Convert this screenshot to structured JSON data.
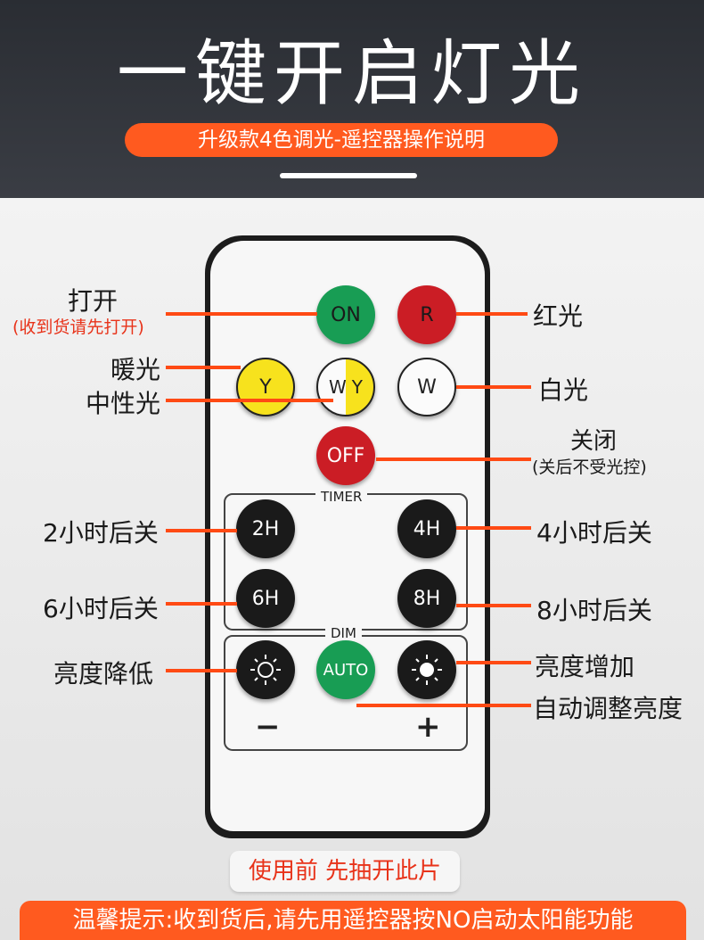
{
  "header": {
    "title": "一键开启灯光",
    "subtitle": "升级款4色调光-遥控器操作说明"
  },
  "remote": {
    "buttons": {
      "on": "ON",
      "r": "R",
      "y": "Y",
      "wy_w": "W",
      "wy_y": "Y",
      "w": "W",
      "off": "OFF",
      "h2": "2H",
      "h4": "4H",
      "h6": "6H",
      "h8": "8H",
      "auto": "AUTO",
      "minus": "−",
      "plus": "+"
    },
    "groups": {
      "timer": "TIMER",
      "dim": "DIM"
    }
  },
  "labels": {
    "open": "打开",
    "open_note": "(收到货请先打开)",
    "warm": "暖光",
    "neutral": "中性光",
    "dim_down": "亮度降低",
    "red_light": "红光",
    "white_light": "白光",
    "close": "关闭",
    "close_note": "(关后不受光控)",
    "t2": "2小时后关",
    "t4": "4小时后关",
    "t6": "6小时后关",
    "t8": "8小时后关",
    "dim_up": "亮度增加",
    "auto_adjust": "自动调整亮度"
  },
  "tab_text": "使用前 先抽开此片",
  "footer_text": "温馨提示:收到货后,请先用遥控器按NO启动太阳能功能",
  "colors": {
    "accent": "#ff5a1f",
    "green_button": "#189d54",
    "red_button": "#cb1d25",
    "yellow_button": "#f7e21d"
  }
}
